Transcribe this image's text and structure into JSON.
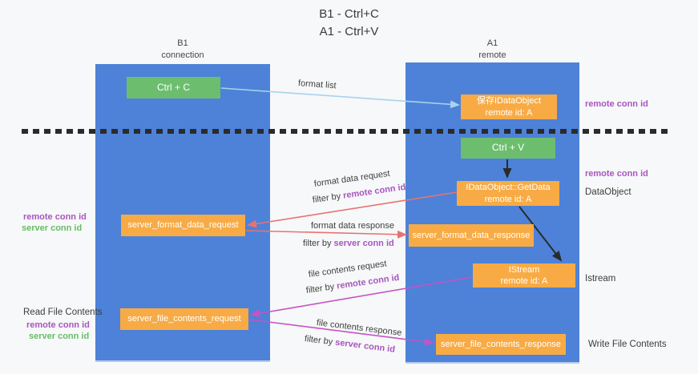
{
  "title": {
    "line1": "B1 - Ctrl+C",
    "line2": "A1 - Ctrl+V"
  },
  "lanes": {
    "b1": {
      "name": "B1",
      "subtitle": "connection"
    },
    "a1": {
      "name": "A1",
      "subtitle": "remote"
    }
  },
  "nodes": {
    "ctrl_c": {
      "label": "Ctrl + C"
    },
    "save_idataobject": {
      "line1": "保存IDataObject",
      "line2": "remote id: A"
    },
    "ctrl_v": {
      "label": "Ctrl + V"
    },
    "getdata": {
      "line1": "IDataObject::GetData",
      "line2": "remote id: A"
    },
    "format_request": {
      "label": "server_format_data_request"
    },
    "format_response": {
      "label": "server_format_data_response"
    },
    "istream": {
      "line1": "IStream",
      "line2": "remote id: A"
    },
    "file_request": {
      "label": "server_file_contents_request"
    },
    "file_response": {
      "label": "server_file_contents_response"
    }
  },
  "edges": {
    "format_list": {
      "label": "format list"
    },
    "format_data_request": {
      "label": "format data request",
      "filter_prefix": "filter by",
      "filter_key": "remote conn id"
    },
    "format_data_response": {
      "label": "format data response",
      "filter_prefix": "filter by",
      "filter_key": "server conn id"
    },
    "file_contents_request": {
      "label": "file contents request",
      "filter_prefix": "filter by",
      "filter_key": "remote conn id"
    },
    "file_contents_response": {
      "label": "file contents response",
      "filter_prefix": "filter by",
      "filter_key": "server conn id"
    }
  },
  "annotations": {
    "right": {
      "remote_conn_id_top": "remote conn id",
      "remote_conn_id_mid": "remote conn id",
      "dataobject": "DataObject",
      "istream": "Istream",
      "write_file_contents": "Write File Contents"
    },
    "left": {
      "remote_conn_id_mid": "remote conn id",
      "server_conn_id_mid": "server conn id",
      "read_file_contents": "Read File Contents",
      "remote_conn_id_bottom": "remote conn id",
      "server_conn_id_bottom": "server conn id"
    }
  },
  "colors": {
    "lane_blue": "#4d82d8",
    "node_orange": "#f8ab44",
    "node_green": "#6cbe6e",
    "arrow_light_blue": "#a9d2ee",
    "arrow_red": "#e87272",
    "arrow_magenta": "#c553c5",
    "arrow_black": "#2b2b2b",
    "label_purple": "#a855c0",
    "label_green": "#67bd66"
  }
}
